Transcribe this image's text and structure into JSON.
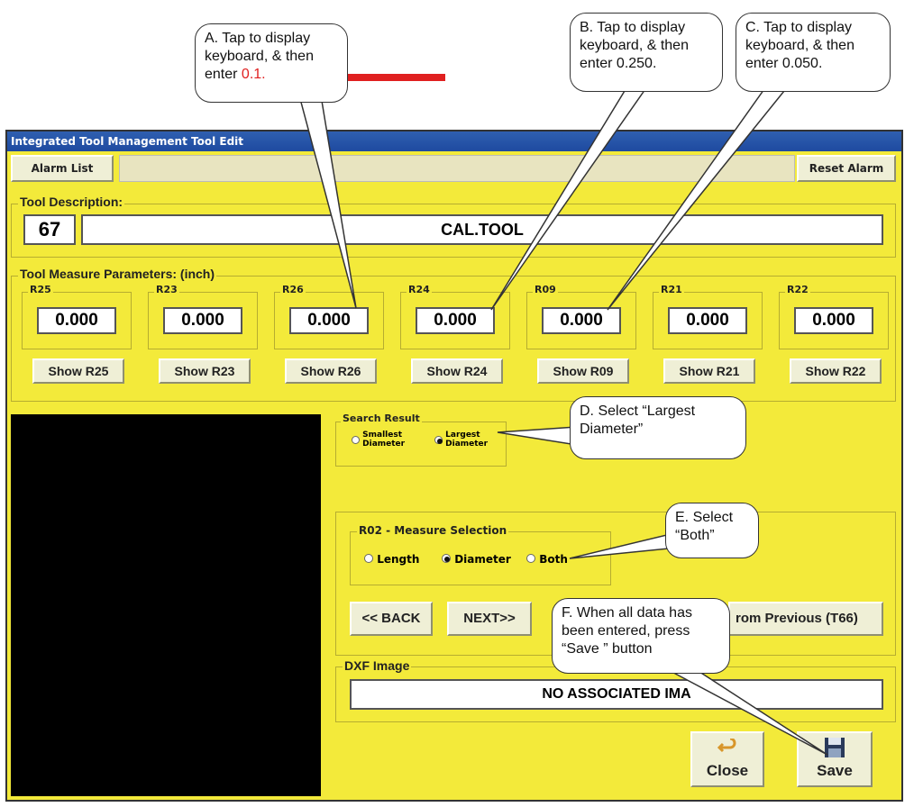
{
  "window": {
    "title": "Integrated Tool Management Tool Edit",
    "alarm_list": "Alarm List",
    "reset_alarm": "Reset Alarm",
    "tool_description_label": "Tool Description:",
    "tool_number": "67",
    "tool_name": "CAL.TOOL",
    "measure_params_label": "Tool Measure Parameters: (inch)",
    "params": [
      {
        "label": "R25",
        "value": "0.000",
        "button": "Show R25"
      },
      {
        "label": "R23",
        "value": "0.000",
        "button": "Show R23"
      },
      {
        "label": "R26",
        "value": "0.000",
        "button": "Show R26"
      },
      {
        "label": "R24",
        "value": "0.000",
        "button": "Show R24"
      },
      {
        "label": "R09",
        "value": "0.000",
        "button": "Show R09"
      },
      {
        "label": "R21",
        "value": "0.000",
        "button": "Show R21"
      },
      {
        "label": "R22",
        "value": "0.000",
        "button": "Show R22"
      }
    ],
    "search_result": {
      "label": "Search Result",
      "opt1_line1": "Smallest",
      "opt1_line2": "Diameter",
      "opt2_line1": "Largest",
      "opt2_line2": "Diameter",
      "selected": "Largest Diameter"
    },
    "measure_selection": {
      "label": "R02 - Measure Selection",
      "options": [
        "Length",
        "Diameter",
        "Both"
      ],
      "selected": "Diameter"
    },
    "back": "<< BACK",
    "next": "NEXT>>",
    "from_previous": "rom Previous (T66)",
    "dxf_label": "DXF Image",
    "dxf_value": "NO ASSOCIATED IMA",
    "close": "Close",
    "save": "Save"
  },
  "callouts": {
    "a_line1": "A. Tap to display",
    "a_line2": "keyboard, & then",
    "a_line3": "enter ",
    "a_value": "0.1.",
    "b_line1": "B. Tap to display",
    "b_line2": "keyboard, & then",
    "b_line3": "enter 0.250.",
    "c_line1": "C. Tap to display",
    "c_line2": "keyboard, & then",
    "c_line3": "enter 0.050.",
    "d_line1": "D. Select “Largest",
    "d_line2": "Diameter”",
    "e_line1": "E. Select",
    "e_line2": "“Both”",
    "f_line1": "F. When all data has",
    "f_line2": "been entered, press",
    "f_line3": "“Save ” button"
  },
  "colors": {
    "window_bg": "#f3ea3a",
    "titlebar": "#1e4aa0",
    "arrow": "#e02020"
  }
}
